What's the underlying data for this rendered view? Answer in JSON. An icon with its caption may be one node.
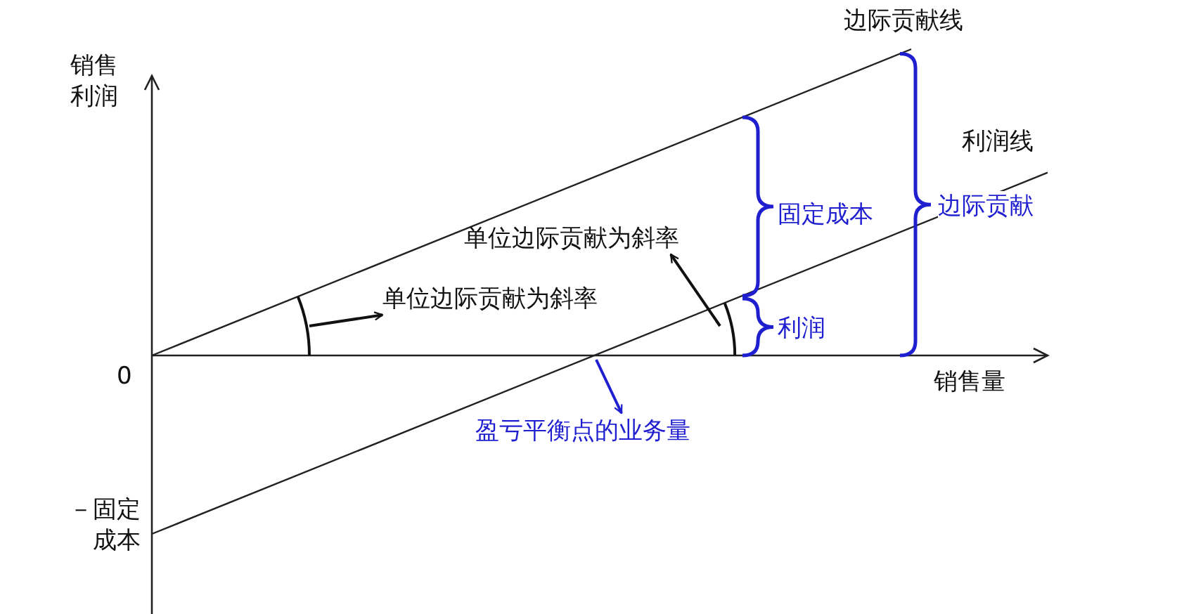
{
  "diagram": {
    "nodes": [
      {
        "text": [
          "单位边际贡献为斜率"
        ]
      },
      {
        "text": [
          "单位边际贡献为斜率"
        ]
      },
      {
        "text": [
          "盈亏平衡点的业务量"
        ]
      }
    ],
    "edges": [
      {
        "from": null,
        "to": 0,
        "arrow": "to"
      },
      {
        "from": null,
        "to": 1,
        "arrow": "to"
      },
      {
        "from": null,
        "to": 2,
        "arrow": "to",
        "color": "#1f1fd0"
      }
    ],
    "labels": [
      "边际贡献线",
      "销售利润",
      "利润线",
      "固定成本",
      "边际贡献",
      "利润",
      "销售量",
      "0",
      "－固定成本"
    ]
  }
}
